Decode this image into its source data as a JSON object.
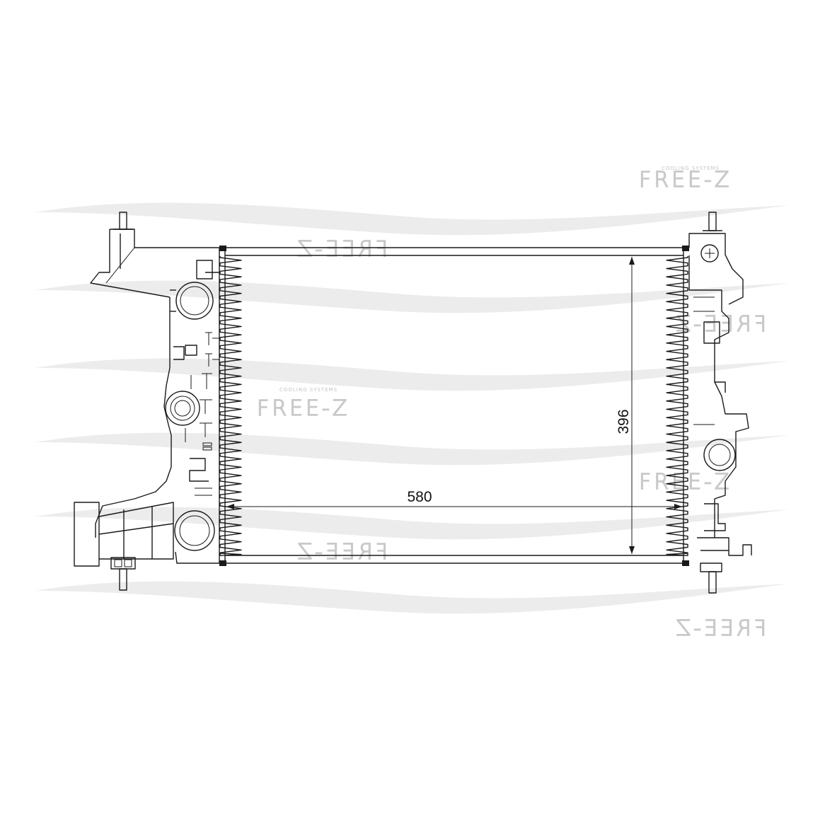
{
  "watermark": {
    "brand": "FREE-Z",
    "tagline": "COOLING SYSTEMS",
    "color": "#c9c9c9"
  },
  "dimensions": {
    "width": "580",
    "height": "396"
  },
  "colors": {
    "line": "#1a1a1a",
    "wave": "#e9e9e9"
  }
}
